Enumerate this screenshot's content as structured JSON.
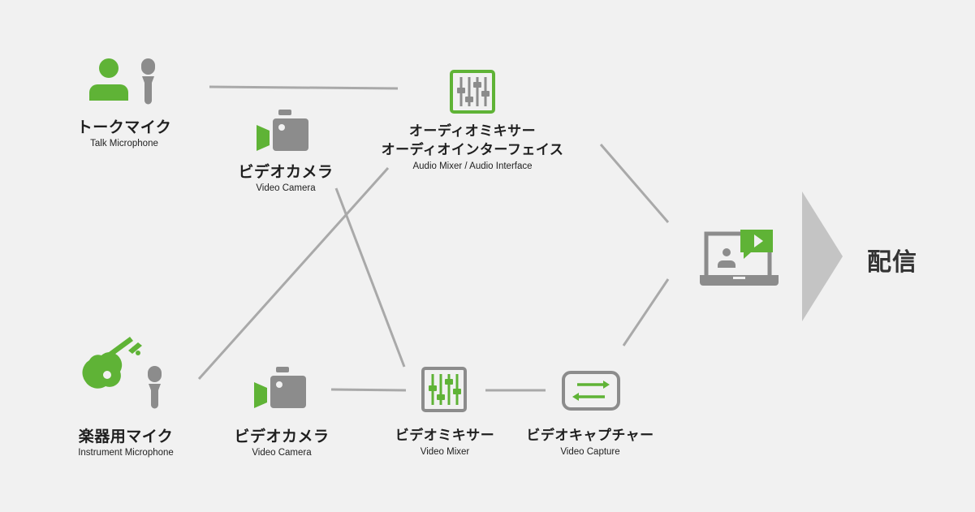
{
  "nodes": {
    "talk_mic": {
      "label_jp": "トークマイク",
      "label_en": "Talk Microphone"
    },
    "video_camera_top": {
      "label_jp": "ビデオカメラ",
      "label_en": "Video Camera"
    },
    "audio_mixer": {
      "label_jp_line1": "オーディオミキサー",
      "label_jp_line2": "オーディオインターフェイス",
      "label_en": "Audio Mixer / Audio Interface"
    },
    "instrument_mic": {
      "label_jp": "楽器用マイク",
      "label_en": "Instrument Microphone"
    },
    "video_camera_bottom": {
      "label_jp": "ビデオカメラ",
      "label_en": "Video Camera"
    },
    "video_mixer": {
      "label_jp": "ビデオミキサー",
      "label_en": "Video Mixer"
    },
    "video_capture": {
      "label_jp": "ビデオキャプチャー",
      "label_en": "Video Capture"
    },
    "destination": {
      "label": "配信"
    }
  },
  "colors": {
    "accent": "#5fb336",
    "icon_gray": "#8c8c8c",
    "line": "#a9a9a9",
    "arrow": "#c4c4c4",
    "background": "#f1f1f1"
  },
  "icons": [
    "person-icon",
    "microphone-icon",
    "video-camera-icon",
    "mixer-icon",
    "guitar-icon",
    "capture-icon",
    "laptop-icon",
    "arrow-icon"
  ]
}
